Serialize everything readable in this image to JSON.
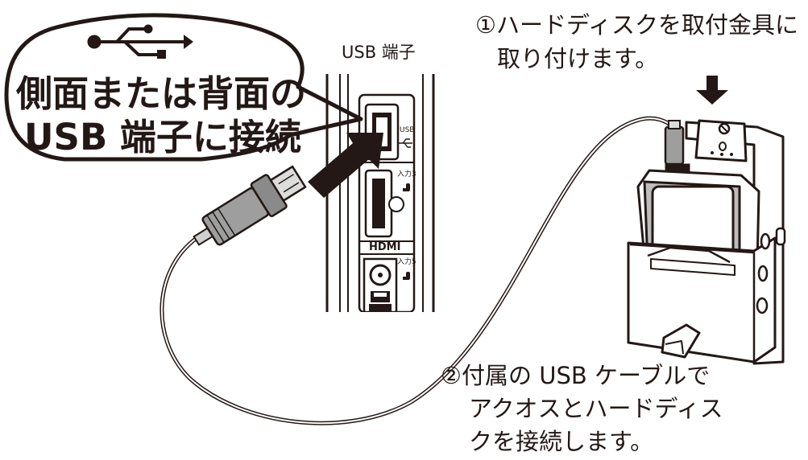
{
  "callout": {
    "line1": "側面または背面の",
    "line2": "USB 端子に接続"
  },
  "port_label": "USB 端子",
  "panel_labels": {
    "usb": "USB",
    "input3": "入力3",
    "hdmi": "HDMI",
    "input5": "入力5"
  },
  "step1": {
    "line1": "①ハードディスクを取付金具に",
    "line2": "取り付けます。"
  },
  "step2": {
    "line1": "②付属の USB ケーブルで",
    "line2": "アクオスとハードディス",
    "line3": "クを接続します。"
  },
  "icons": [
    "usb-icon",
    "arrow-right-icon",
    "arrow-down-icon"
  ]
}
